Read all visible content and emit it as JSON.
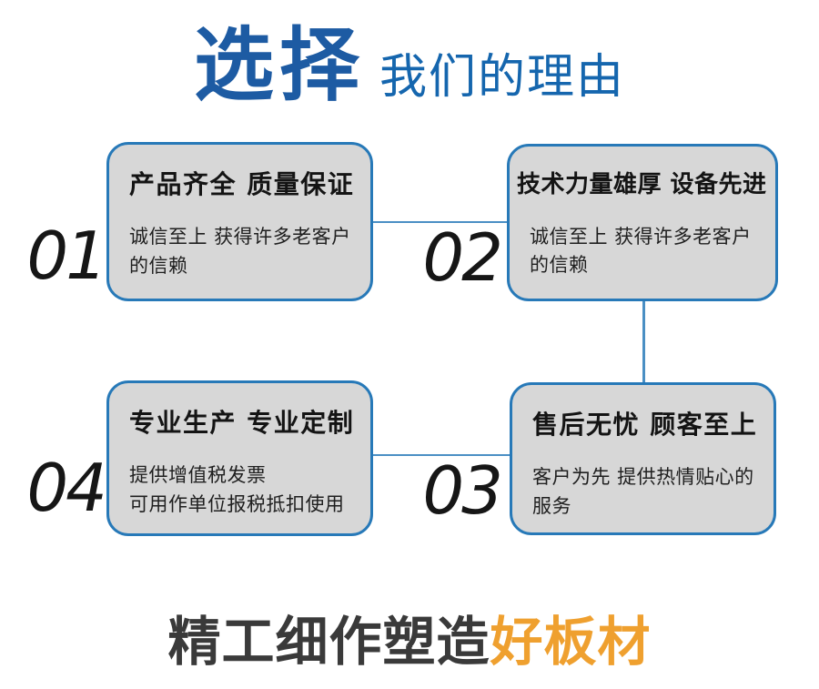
{
  "header": {
    "title_highlight": "选择",
    "title_rest": "我们的理由"
  },
  "cards": [
    {
      "number": "01",
      "position": "top-left",
      "title": "产品齐全 质量保证",
      "desc": "诚信至上 获得许多老客户\n的信赖"
    },
    {
      "number": "02",
      "position": "top-right",
      "title": "技术力量雄厚 设备先进",
      "desc": "诚信至上 获得许多老客户\n的信赖"
    },
    {
      "number": "04",
      "position": "bottom-left",
      "title": "专业生产 专业定制",
      "desc": "提供增值税发票\n可用作单位报税抵扣使用"
    },
    {
      "number": "03",
      "position": "bottom-right",
      "title": "售后无忧 顾客至上",
      "desc": "客户为先 提供热情贴心的\n服务"
    }
  ],
  "footer": {
    "tagline_dark": "精工细作塑造",
    "tagline_accent": "好板材"
  },
  "colors": {
    "title_blue_bold": "#1d5ba3",
    "title_blue_light": "#1566ae",
    "card_border_blue": "#2779b8",
    "card_background_gray": "#d7d7d7",
    "connector_blue": "#4a8fc4",
    "tagline_dark": "#3a3a3a",
    "tagline_orange": "#efa02f",
    "page_background": "#ffffff"
  }
}
